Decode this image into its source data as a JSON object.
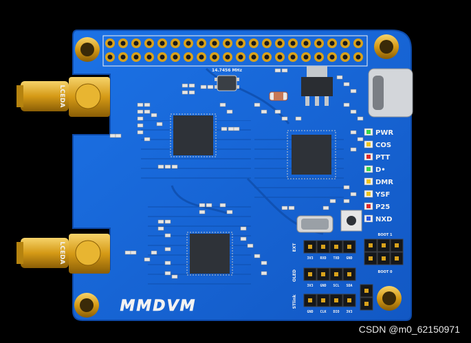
{
  "board": {
    "crystal_label": "14.7456 MHz",
    "sma_top_label": "LCEDA",
    "sma_bottom_label": "LCEDA",
    "brand_logo": "MMDVM",
    "leds": [
      {
        "label": "PWR",
        "color": "#37d64a"
      },
      {
        "label": "COS",
        "color": "#f0c419"
      },
      {
        "label": "PTT",
        "color": "#e02828"
      },
      {
        "label": "D•",
        "color": "#37d64a"
      },
      {
        "label": "DMR",
        "color": "#f0c419"
      },
      {
        "label": "YSF",
        "color": "#f0c419"
      },
      {
        "label": "P25",
        "color": "#e02828"
      },
      {
        "label": "NXD",
        "color": "#2a56e0"
      }
    ],
    "headers": {
      "ext_label": "EXT",
      "ext_pins": [
        "3V3",
        "RXD",
        "TXD",
        "GND"
      ],
      "oled_label": "OLED",
      "oled_pins": [
        "3V3",
        "GND",
        "SCL",
        "SDA"
      ],
      "stlink_label": "STlink",
      "stlink_pins": [
        "GND",
        "CLK",
        "DIO",
        "3V3"
      ],
      "boot1_label": "BOOT 1",
      "boot0_label": "BOOT 0"
    },
    "colors": {
      "pcb": "#1766d8",
      "pcb_edge": "#0d49a8",
      "gold": "#d9a21b",
      "silk": "#f2f2f2"
    }
  },
  "watermark": "CSDN @m0_62150971"
}
